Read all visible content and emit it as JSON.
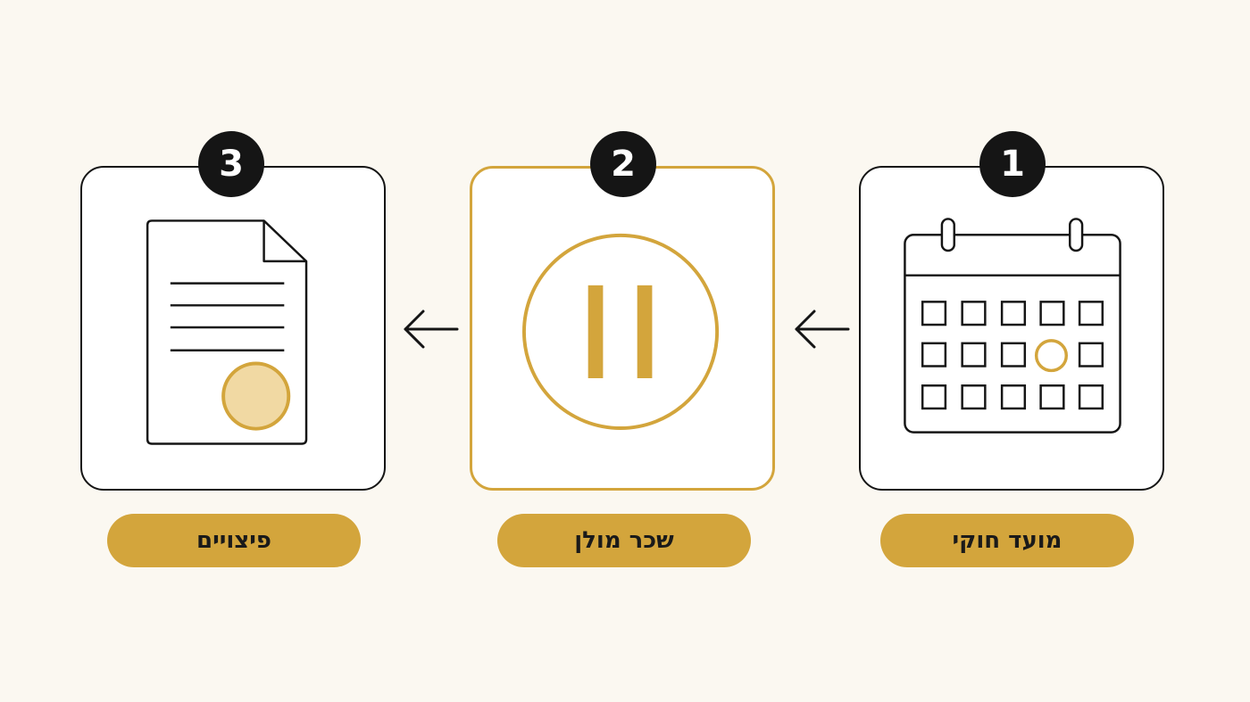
{
  "steps": [
    {
      "number": "1",
      "label": "מועד חוקי",
      "icon": "calendar-icon"
    },
    {
      "number": "2",
      "label": "שכר מולן",
      "icon": "pause-icon"
    },
    {
      "number": "3",
      "label": "פיצויים",
      "icon": "document-seal-icon"
    }
  ],
  "colors": {
    "background": "#fbf8f1",
    "accent": "#d3a53c",
    "accent_light": "#f1d9a3",
    "ink": "#151515"
  }
}
